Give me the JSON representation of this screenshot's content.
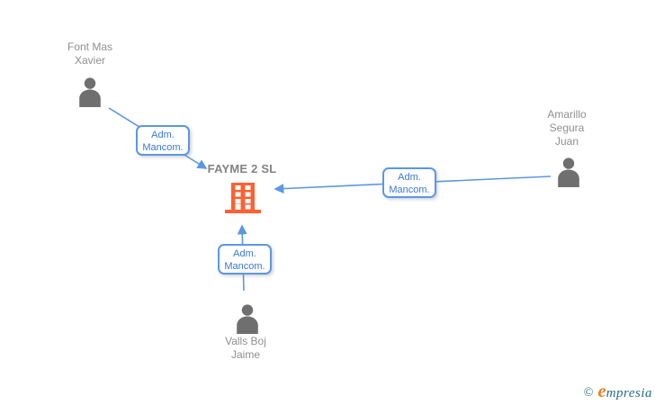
{
  "colors": {
    "accent_blue": "#5B97E5",
    "label_blue": "#3A78D2",
    "building_orange": "#FA6233",
    "person_gray": "#6F6F6F",
    "name_gray": "#8F8F8F",
    "company_gray": "#828282",
    "logo_teal": "#256E84",
    "logo_orange": "#F08122"
  },
  "diagram": {
    "company": {
      "name": "FAYME 2 SL"
    },
    "persons": [
      {
        "name_lines": [
          "Font Mas",
          "Xavier"
        ]
      },
      {
        "name_lines": [
          "Amarillo",
          "Segura",
          "Juan"
        ]
      },
      {
        "name_lines": [
          "Valls Boj",
          "Jaime"
        ]
      }
    ],
    "relations": [
      {
        "from": "Font Mas Xavier",
        "to": "FAYME 2 SL",
        "label_lines": [
          "Adm.",
          "Mancom."
        ]
      },
      {
        "from": "Amarillo Segura Juan",
        "to": "FAYME 2 SL",
        "label_lines": [
          "Adm.",
          "Mancom."
        ]
      },
      {
        "from": "Valls Boj Jaime",
        "to": "FAYME 2 SL",
        "label_lines": [
          "Adm.",
          "Mancom."
        ]
      }
    ]
  },
  "branding": {
    "copyright_symbol": "©",
    "logo_initial": "e",
    "logo_rest": "mpresia"
  }
}
